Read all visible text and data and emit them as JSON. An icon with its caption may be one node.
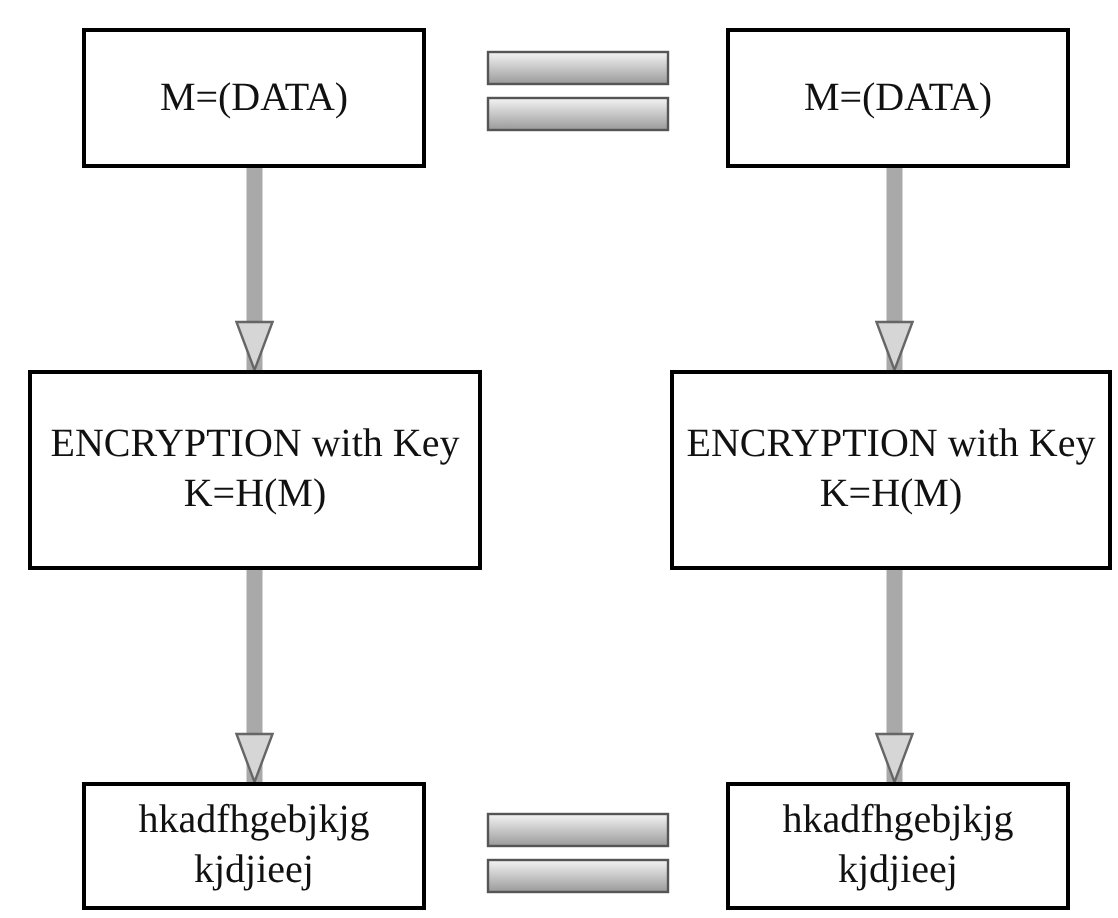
{
  "diagram": {
    "nodes": [
      {
        "text": [
          "M=(DATA)"
        ]
      },
      {
        "text": [
          "M=(DATA)"
        ]
      },
      {
        "text": [
          "ENCRYPTION with Key K=H(M)"
        ]
      },
      {
        "text": [
          "ENCRYPTION with Key K=H(M)"
        ]
      },
      {
        "text": [
          "hkadfhgebjkjg kjdjieej"
        ]
      },
      {
        "text": [
          "hkadfhgebjkjg kjdjieej"
        ]
      }
    ],
    "edges": [
      {
        "from": 0,
        "to": 2,
        "arrow": "to"
      },
      {
        "from": 2,
        "to": 4,
        "arrow": "to"
      },
      {
        "from": 1,
        "to": 3,
        "arrow": "to"
      },
      {
        "from": 3,
        "to": 5,
        "arrow": "to"
      }
    ]
  }
}
